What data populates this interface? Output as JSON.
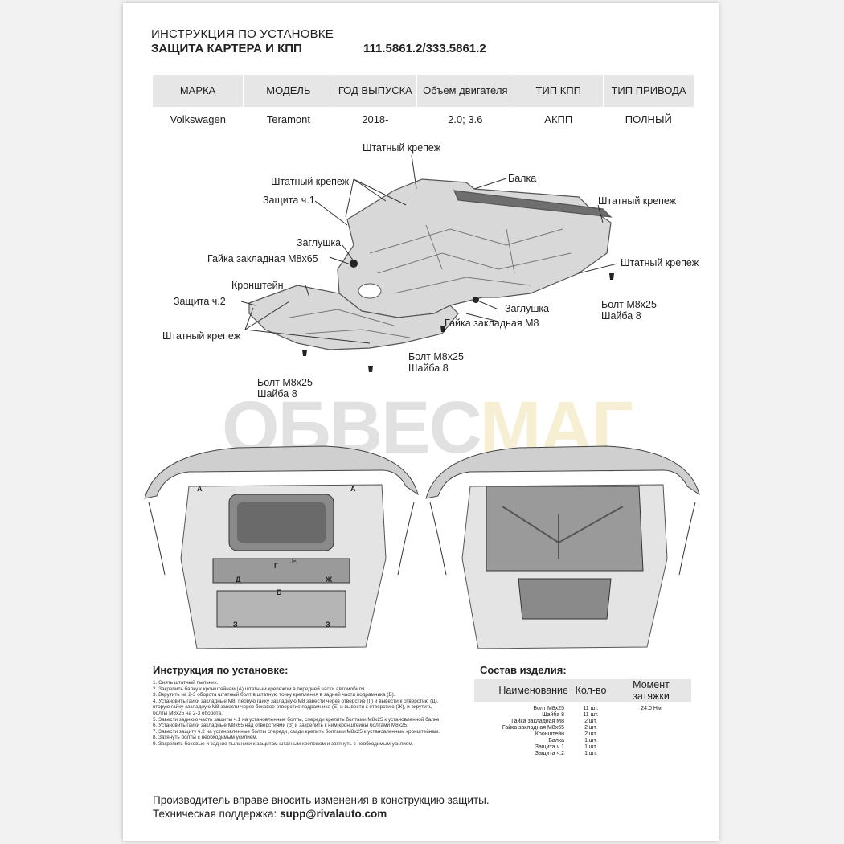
{
  "header": {
    "line1": "ИНСТРУКЦИЯ ПО УСТАНОВКЕ",
    "line2": "ЗАЩИТА КАРТЕРА И КПП",
    "code": "111.5861.2/333.5861.2"
  },
  "spec": {
    "columns": [
      "МАРКА",
      "МОДЕЛЬ",
      "ГОД ВЫПУСКА",
      "Объем двигателя",
      "ТИП КПП",
      "ТИП ПРИВОДА"
    ],
    "values": [
      "Volkswagen",
      "Teramont",
      "2018-",
      "2.0; 3.6",
      "АКПП",
      "ПОЛНЫЙ"
    ]
  },
  "diagram_labels": {
    "std_top": "Штатный крепеж",
    "std_left": "Штатный крепеж",
    "beam": "Балка",
    "std_right1": "Штатный крепеж",
    "guard1": "Защита ч.1",
    "plug1": "Заглушка",
    "nut_m8x65": "Гайка закладная М8х65",
    "std_right2": "Штатный крепеж",
    "bracket": "Кронштейн",
    "bolt_right_a": "Болт М8х25",
    "bolt_right_b": "Шайба 8",
    "guard2": "Защита ч.2",
    "plug2": "Заглушка",
    "nut_m8": "Гайка закладная М8",
    "std_bottom": "Штатный крепеж",
    "bolt_mid_a": "Болт М8х25",
    "bolt_mid_b": "Шайба 8",
    "bolt_low_a": "Болт М8х25",
    "bolt_low_b": "Шайба 8"
  },
  "markers": [
    "А",
    "А",
    "Г",
    "Е",
    "Д",
    "Ж",
    "Б",
    "З",
    "З"
  ],
  "watermark": {
    "part1": "ОБВЕС",
    "part2": "МАГ"
  },
  "instructions": {
    "title": "Инструкция по установке:",
    "steps": [
      "1. Снять штатный пыльник.",
      "2. Закрепить балку к кронштейнам (А) штатным крепежом в передней части автомобиля.",
      "3. Вкрутить на 2-3 оборота штатный болт в штатную точку крепления в задней части подрамника (Б).",
      "4. Установить гайки закладные М8: первую гайку закладную М8 завести через отверстие (Г) и вывести к отверстию (Д), вторую гайку закладную М8 завести через боковое отверстие подрамника (Е) и вывести к отверстию (Ж), и вкрутить болты М8х25 на 2-3 оборота.",
      "5. Завести заднюю часть защиты ч.1 на установленные болты, спереди крепить болтами М8х25 к установленной балке.",
      "6. Установить гайки закладные М8х65 над отверстиями (З) и закрепить к ним кронштейны болтами М8х25.",
      "7. Завести защиту ч.2 на установленные болты спереди, сзади крепить болтами М8х25 к установленным кронштейнам.",
      "8. Затянуть болты с необходимым усилием.",
      "9. Закрепить боковые и задние пыльники к защитам штатным крепежом и затянуть с необходимым усилием."
    ]
  },
  "composition": {
    "title": "Состав изделия:",
    "columns": [
      "Наименование",
      "Кол-во",
      "Момент затяжки"
    ],
    "rows": [
      [
        "Болт М8х25",
        "11 шт.",
        "24.0 Нм"
      ],
      [
        "Шайба 8",
        "11 шт.",
        ""
      ],
      [
        "Гайка закладная М8",
        "2 шт.",
        ""
      ],
      [
        "Гайка закладная М8х65",
        "2 шт.",
        ""
      ],
      [
        "Кронштейн",
        "2 шт.",
        ""
      ],
      [
        "Балка",
        "1 шт.",
        ""
      ],
      [
        "Защита ч.1",
        "1 шт.",
        ""
      ],
      [
        "Защита ч.2",
        "1 шт.",
        ""
      ]
    ]
  },
  "footer": {
    "line1": "Производитель вправе вносить изменения в конструкцию защиты.",
    "support_label": "Техническая поддержка:",
    "support_email": "supp@rivalauto.com"
  },
  "colors": {
    "page_bg": "#f2f2f2",
    "header_cell_bg": "#e6e6e6",
    "watermark_accent": "#d4a300"
  }
}
